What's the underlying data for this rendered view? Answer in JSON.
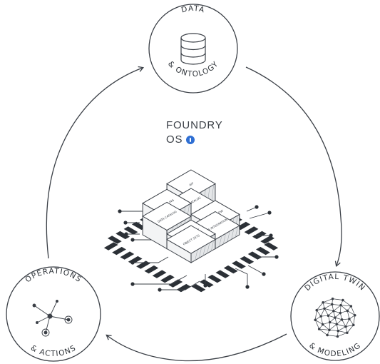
{
  "center": {
    "line1": "FOUNDRY",
    "line2": "OS",
    "accent_color": "#2f6fd3",
    "blocks": [
      "DATA CATALOG",
      "DATA INTEGRATION",
      "DATA CATALOG",
      "OBJECT SETS",
      "AIP",
      "MODELING",
      "WORKFLOW",
      "DATA INGEST"
    ]
  },
  "nodes": {
    "data": {
      "top_label": "DATA",
      "bottom_label": "& ONTOLOGY",
      "icon": "database-icon"
    },
    "digital_twin": {
      "top_label": "DIGITAL TWIN",
      "bottom_label": "& MODELING",
      "icon": "mesh-network-icon"
    },
    "operations": {
      "top_label": "OPERATIONS",
      "bottom_label": "& ACTIONS",
      "icon": "hub-spoke-icon"
    }
  },
  "colors": {
    "stroke": "#3a3f46",
    "chip_pins": "#2b3036",
    "background": "#ffffff"
  }
}
